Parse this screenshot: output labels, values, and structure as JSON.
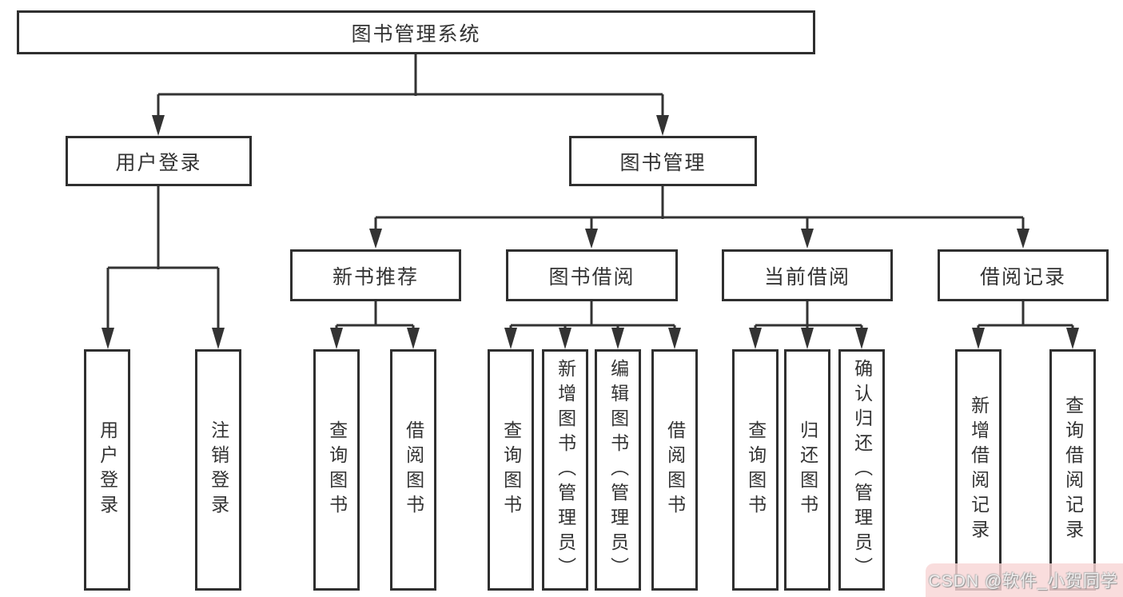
{
  "title": {
    "label": "图书管理系统"
  },
  "level2": {
    "user_login": {
      "label": "用户登录"
    },
    "book_mgmt": {
      "label": "图书管理"
    }
  },
  "level3": {
    "recommend": {
      "label": "新书推荐"
    },
    "borrow": {
      "label": "图书借阅"
    },
    "current": {
      "label": "当前借阅"
    },
    "records": {
      "label": "借阅记录"
    }
  },
  "leaves": {
    "user_login": {
      "label": "用户登录"
    },
    "logout": {
      "label": "注销登录"
    },
    "rec_query_books": {
      "label": "查询图书"
    },
    "rec_borrow_books": {
      "label": "借阅图书"
    },
    "bor_query_books": {
      "label": "查询图书"
    },
    "bor_add_books": {
      "label": "新增图书（管理员）"
    },
    "bor_edit_books": {
      "label": "编辑图书（管理员）"
    },
    "bor_borrow_books": {
      "label": "借阅图书"
    },
    "cur_query_books": {
      "label": "查询图书"
    },
    "cur_return_books": {
      "label": "归还图书"
    },
    "cur_confirm_return": {
      "label": "确认归还（管理员）"
    },
    "records_add": {
      "label": "新增借阅记录"
    },
    "records_query": {
      "label": "查询借阅记录"
    }
  },
  "watermark": {
    "text": "CSDN @软件_小贺同学"
  },
  "colors": {
    "line": "#333333",
    "box_border": "#2f2f2f",
    "text": "#333333",
    "background": "#ffffff",
    "watermark_bg": "#f8d5d5",
    "watermark_text": "#f0eeee"
  }
}
